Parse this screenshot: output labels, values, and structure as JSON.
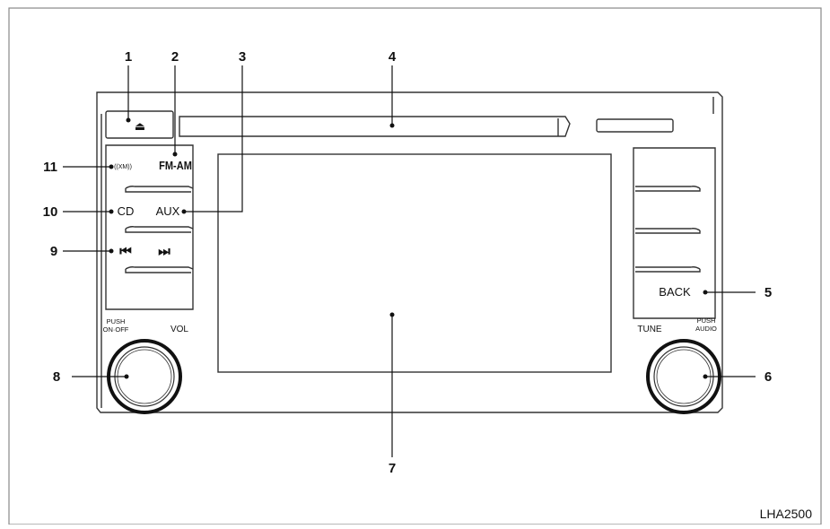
{
  "figure_code": "LHA2500",
  "buttons": {
    "eject_symbol": "⏏",
    "fm_am": "FM-AM",
    "xm": "((XM))",
    "cd": "CD",
    "aux": "AUX",
    "prev_track": "⏮",
    "next_track": "⏭",
    "back": "BACK",
    "tune": "TUNE",
    "vol": "VOL",
    "push_on_off_line1": "PUSH",
    "push_on_off_line2": "ON·OFF",
    "push_audio_line1": "PUSH",
    "push_audio_line2": "AUDIO"
  },
  "callouts": [
    "1",
    "2",
    "3",
    "4",
    "5",
    "6",
    "7",
    "8",
    "9",
    "10",
    "11"
  ],
  "colors": {
    "ink": "#111111",
    "panel_line": "#333333",
    "frame": "#888888",
    "background": "#ffffff"
  }
}
